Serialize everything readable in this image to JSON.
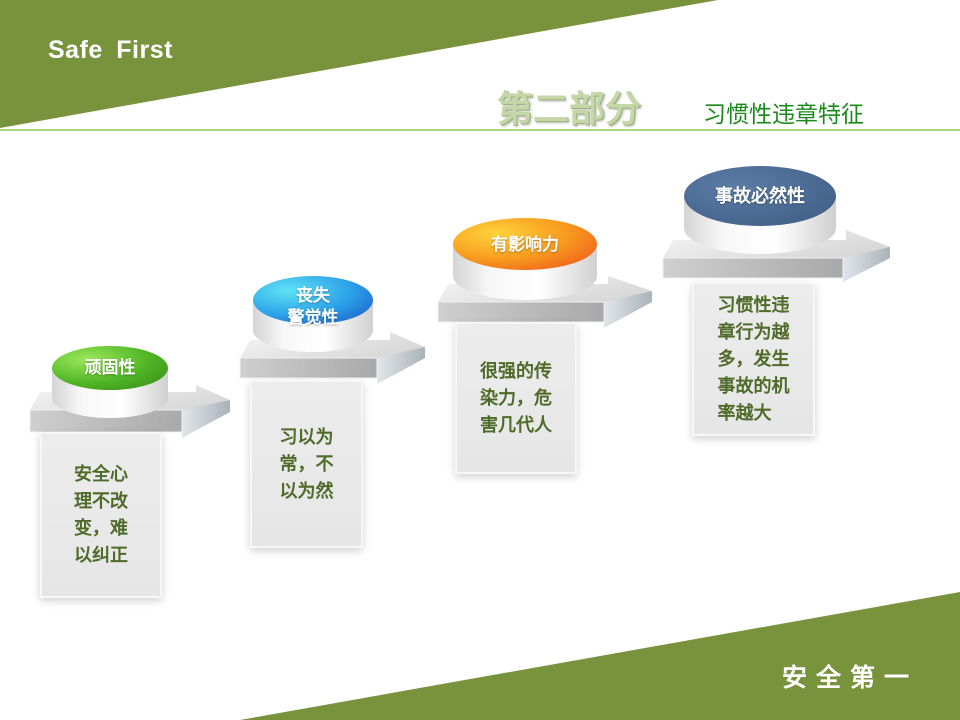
{
  "header": {
    "brand": "Safe  First",
    "section_number": "第二部分",
    "section_title": "习惯性违章特征"
  },
  "footer": {
    "slogan": "安全第一"
  },
  "colors": {
    "band_green": "#78933c",
    "rule_green": "#8cc85a",
    "title_green": "#1a8a1a",
    "body_text_green": "#4f6b2a",
    "cap_green": "#5fbf2a",
    "cap_blue": "#2a9ee8",
    "cap_orange": "#f27f1b",
    "cap_navy": "#4a6a93"
  },
  "steps": [
    {
      "label": "顽固性",
      "lines": [
        "安全心",
        "理不改",
        "变，难",
        "以纠正"
      ],
      "color": "green"
    },
    {
      "label": "丧失警觉性",
      "label_lines": [
        "丧失",
        "警觉性"
      ],
      "lines": [
        "习以为",
        "常，不",
        "以为然"
      ],
      "color": "blue"
    },
    {
      "label": "有影响力",
      "lines": [
        "很强的传",
        "染力，危",
        "害几代人"
      ],
      "color": "orange"
    },
    {
      "label": "事故必然性",
      "lines": [
        "习惯性违",
        "章行为越",
        "多，发生",
        "事故的机",
        "率越大"
      ],
      "color": "navy"
    }
  ]
}
